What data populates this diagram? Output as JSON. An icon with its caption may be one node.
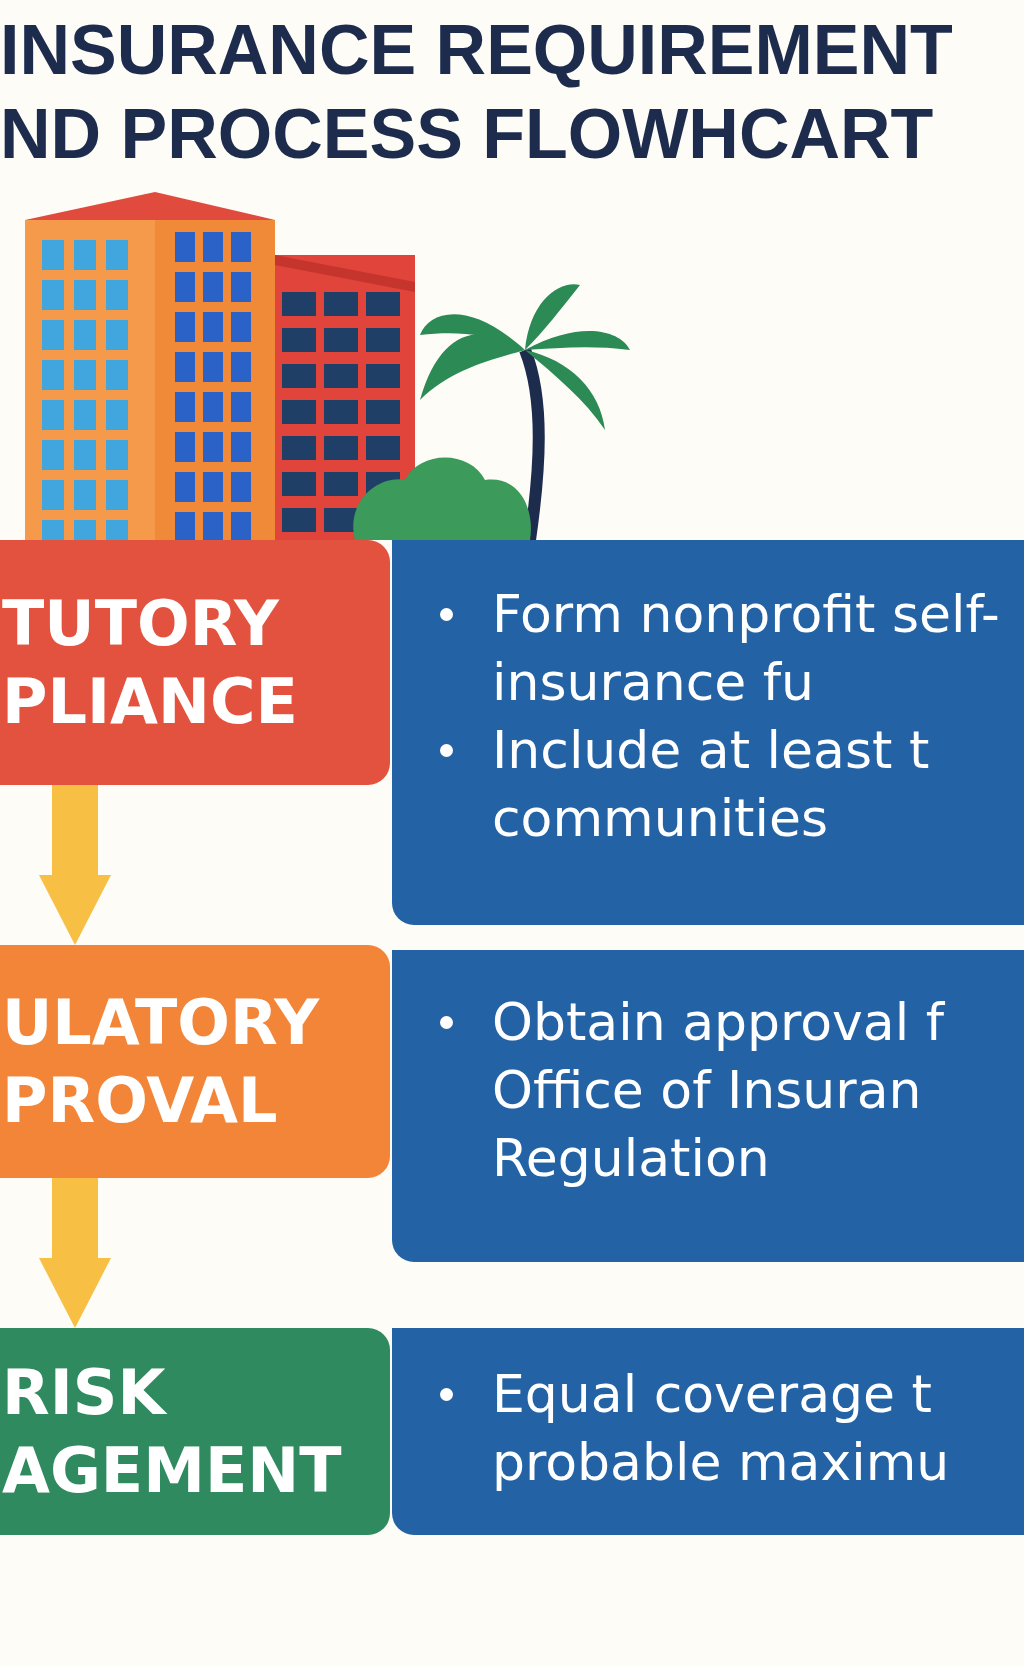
{
  "diagram": {
    "title": "INSURANCE REQUIREMENT ND PROCESS FLOWHCART",
    "nodes": [
      {
        "text": [
          "TUTORY PLIANCE"
        ]
      },
      {
        "text": [
          "Form nonprofit self-insurance fu",
          "Include at least t communities"
        ]
      },
      {
        "text": [
          "ULATORY PROVAL"
        ]
      },
      {
        "text": [
          "Obtain approval f Office of Insuran Regulation"
        ]
      },
      {
        "text": [
          "RISK AGEMENT"
        ]
      },
      {
        "text": [
          "Equal coverage t probable maximu"
        ]
      }
    ],
    "edges": [
      {
        "from": 0,
        "to": 2,
        "arrow": "to"
      },
      {
        "from": 2,
        "to": 4,
        "arrow": "to"
      }
    ]
  }
}
